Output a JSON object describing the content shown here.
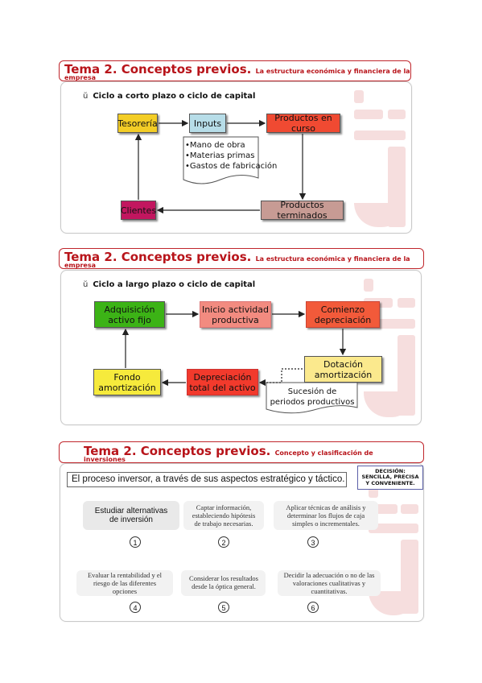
{
  "slide1": {
    "title": "Tema 2. Conceptos previos.",
    "subtitle": "La estructura económica y financiera de la",
    "subtitle_wrap": "empresa",
    "bullet_symbol": "ŭ",
    "bullet": "Ciclo a corto plazo o ciclo de capital",
    "boxes": {
      "tesoreria": "Tesorería",
      "inputs": "Inputs",
      "productos_en_curso": "Productos en curso",
      "productos_terminados": "Productos terminados",
      "clientes": "Clientes"
    },
    "inputs_list": [
      "•Mano de obra",
      "•Materias primas",
      "•Gastos de fabricación"
    ]
  },
  "slide2": {
    "title": "Tema 2. Conceptos previos.",
    "subtitle": "La estructura económica y financiera de la",
    "subtitle_wrap": "empresa",
    "bullet_symbol": "ŭ",
    "bullet": "Ciclo a largo plazo o ciclo de capital",
    "boxes": {
      "adquisicion": [
        "Adquisición",
        "activo fijo"
      ],
      "inicio": [
        "Inicio actividad",
        "productiva"
      ],
      "comienzo": [
        "Comienzo",
        "depreciación"
      ],
      "dotacion": [
        "Dotación",
        "amortización"
      ],
      "depreciacion_total": [
        "Depreciación",
        "total del activo"
      ],
      "fondo": [
        "Fondo",
        "amortización"
      ]
    },
    "note": [
      "Sucesión de",
      "periodos productivos"
    ]
  },
  "slide3": {
    "title": "Tema 2. Conceptos previos.",
    "subtitle": "Concepto y clasificación de",
    "subtitle_wrap": "inversiones",
    "decision": [
      "DECISIÓN:",
      "SENCILLA, PRECISA",
      "Y CONVENIENTE."
    ],
    "heading": "El proceso inversor, a través de sus aspectos estratégico y táctico.",
    "steps": [
      {
        "num": "1",
        "lines": [
          "Estudiar alternativas",
          "de inversión"
        ]
      },
      {
        "num": "2",
        "lines": [
          "Captar información,",
          "estableciendo hipótesis",
          "de trabajo necesarias."
        ]
      },
      {
        "num": "3",
        "lines": [
          "Aplicar técnicas de análisis y",
          "determinar los flujos de caja",
          "simples o incrementales."
        ]
      },
      {
        "num": "4",
        "lines": [
          "Evaluar la rentabilidad y el",
          "riesgo de las diferentes",
          "opciones"
        ]
      },
      {
        "num": "5",
        "lines": [
          "Considerar los resultados",
          "desde la óptica general."
        ]
      },
      {
        "num": "6",
        "lines": [
          "Decidir la adecuación o no de las",
          "valoraciones cualitativas y",
          "cuantitativas."
        ]
      }
    ]
  },
  "colors": {
    "title_red": "#b8141a",
    "tesoreria": "#f3cd26",
    "inputs": "#b7dde8",
    "productos_en_curso": "#f04a32",
    "productos_terminados": "#c79b94",
    "clientes": "#c2165f",
    "adquisicion": "#3cb316",
    "inicio": "#f28b80",
    "comienzo": "#f25a3a",
    "dotacion": "#fbe98d",
    "depreciacion_total": "#f23a2c",
    "fondo": "#f6ea3c"
  }
}
